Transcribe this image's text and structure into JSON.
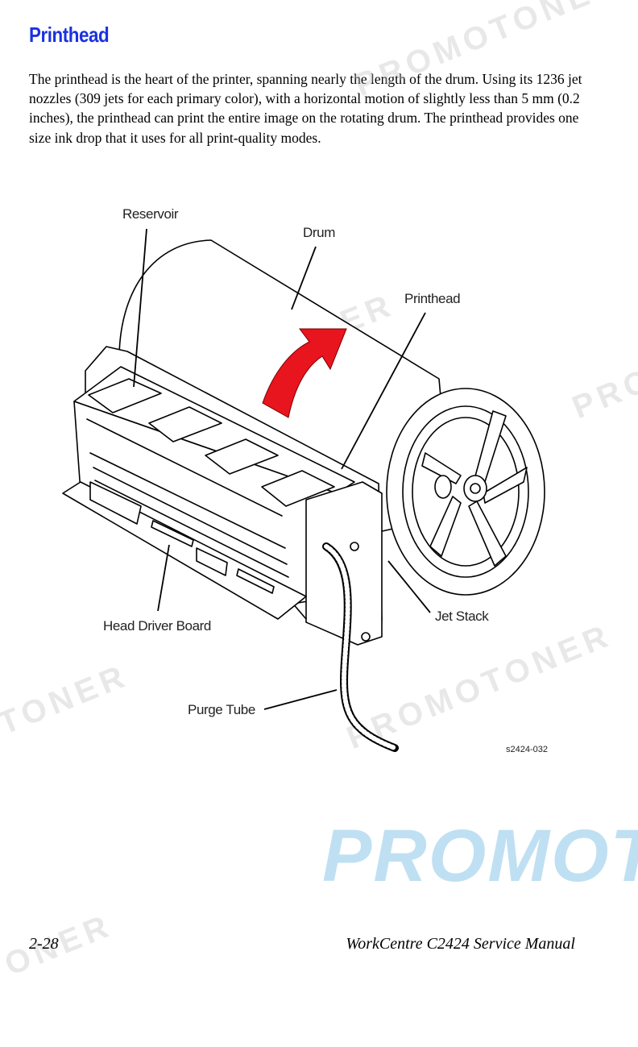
{
  "heading": "Printhead",
  "paragraph": "The printhead is the heart of the printer, spanning nearly the length of the drum. Using its 1236 jet nozzles (309 jets for each primary color), with a horizontal motion of slightly less than 5 mm (0.2 inches), the printhead can print the entire image on the rotating drum. The printhead provides one size ink drop that it uses for all print-quality modes.",
  "figure": {
    "labels": {
      "reservoir": "Reservoir",
      "drum": "Drum",
      "printhead": "Printhead",
      "jet_stack": "Jet Stack",
      "head_driver_board": "Head Driver Board",
      "purge_tube": "Purge Tube"
    },
    "figure_id": "s2424-032",
    "arrow_color": "#e8141e"
  },
  "watermark_text": "PROMOTONER",
  "brand_text": "PROMOTONER",
  "footer": {
    "page_number": "2-28",
    "manual_title": "WorkCentre C2424 Service Manual"
  }
}
